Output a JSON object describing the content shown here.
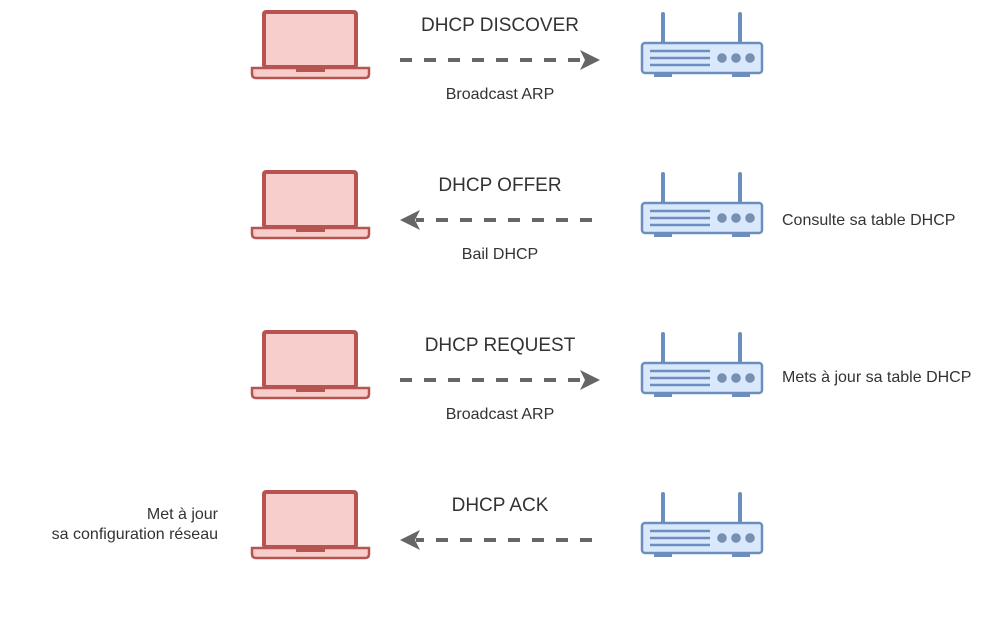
{
  "colors": {
    "laptop_stroke": "#b85450",
    "laptop_fill": "#f8cecc",
    "router_stroke": "#6c8ebf",
    "router_fill": "#dae8fc",
    "arrow": "#666666",
    "text": "#333333"
  },
  "steps": [
    {
      "title": "DHCP DISCOVER",
      "subtitle": "Broadcast ARP",
      "direction": "client-to-server",
      "server_note": "",
      "client_note_line1": "",
      "client_note_line2": ""
    },
    {
      "title": "DHCP OFFER",
      "subtitle": "Bail DHCP",
      "direction": "server-to-client",
      "server_note": "Consulte sa table DHCP",
      "client_note_line1": "",
      "client_note_line2": ""
    },
    {
      "title": "DHCP REQUEST",
      "subtitle": "Broadcast ARP",
      "direction": "client-to-server",
      "server_note": "Mets à jour sa table DHCP",
      "client_note_line1": "",
      "client_note_line2": ""
    },
    {
      "title": "DHCP ACK",
      "subtitle": "",
      "direction": "server-to-client",
      "server_note": "",
      "client_note_line1": "Met à jour",
      "client_note_line2": "sa configuration réseau"
    }
  ]
}
